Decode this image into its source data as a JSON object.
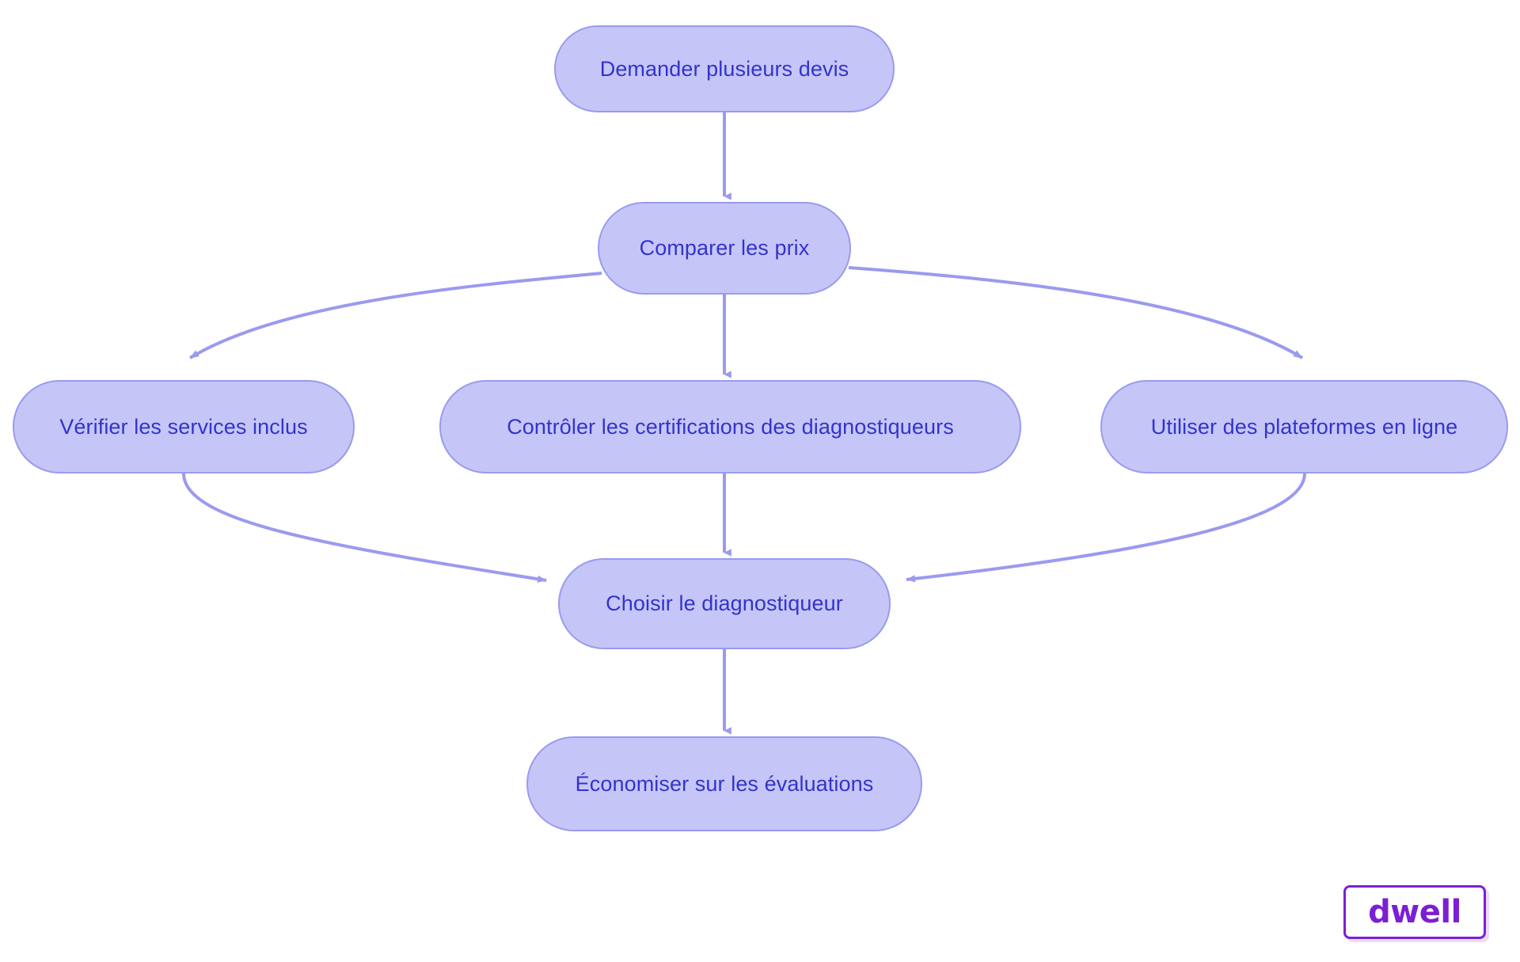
{
  "diagram": {
    "type": "flowchart",
    "direction": "top-down",
    "background_color": "#ffffff",
    "node_fill_color": "#c5c6f7",
    "node_border_color": "#9a9af0",
    "node_text_color": "#3333cc",
    "edge_color": "#9a9af0",
    "nodes": [
      {
        "id": "n1",
        "label": "Demander plusieurs devis"
      },
      {
        "id": "n2",
        "label": "Comparer les prix"
      },
      {
        "id": "n3",
        "label": "Vérifier les services inclus"
      },
      {
        "id": "n4",
        "label": "Contrôler les certifications des diagnostiqueurs"
      },
      {
        "id": "n5",
        "label": "Utiliser des plateformes en ligne"
      },
      {
        "id": "n6",
        "label": "Choisir le diagnostiqueur"
      },
      {
        "id": "n7",
        "label": "Économiser sur les évaluations"
      }
    ],
    "edges": [
      {
        "from": "n1",
        "to": "n2"
      },
      {
        "from": "n2",
        "to": "n3"
      },
      {
        "from": "n2",
        "to": "n4"
      },
      {
        "from": "n2",
        "to": "n5"
      },
      {
        "from": "n3",
        "to": "n6"
      },
      {
        "from": "n4",
        "to": "n6"
      },
      {
        "from": "n5",
        "to": "n6"
      },
      {
        "from": "n6",
        "to": "n7"
      }
    ]
  },
  "logo": {
    "text": "dwell",
    "color": "#7b1fd4",
    "border_color": "#7b1fd4",
    "background_color": "#ffffff"
  }
}
